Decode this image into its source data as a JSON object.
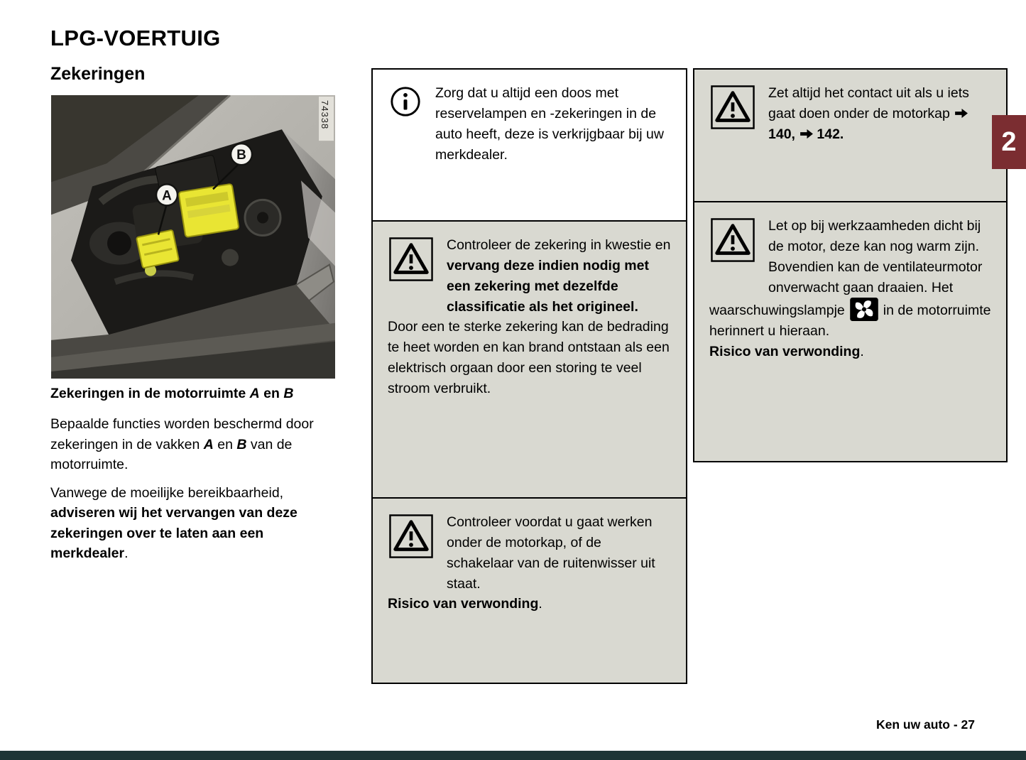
{
  "page": {
    "title": "LPG-VOERTUIG",
    "subtitle": "Zekeringen",
    "section_tab": "2",
    "footer": "Ken uw auto - 27"
  },
  "figure": {
    "photo_id": "74338",
    "label_a": "A",
    "label_b": "B"
  },
  "caption": {
    "prefix": "Zekeringen in de motorruimte ",
    "a": "A",
    "mid": " en ",
    "b": "B"
  },
  "body": {
    "p1_1": "Bepaalde functies worden beschermd door zekeringen in de vakken ",
    "p1_a": "A",
    "p1_2": " en ",
    "p1_b": "B",
    "p1_3": " van de motorruimte.",
    "p2_1": "Vanwege de moeilijke bereikbaarheid, ",
    "p2_bold": "adviseren wij het vervangen van deze zekeringen over te laten aan een merkdealer",
    "p2_2": "."
  },
  "info_box": {
    "text": "Zorg dat u altijd een doos met reservelampen en -zekeringen in de auto heeft, deze is verkrijgbaar bij uw merkdealer."
  },
  "fuse_box": {
    "t1": "Controleer de zekering in kwestie en ",
    "t2_bold": "vervang deze indien nodig met een zekering met dezelfde classificatie als het origineel.",
    "t3": "Door een te sterke zekering kan de bedrading te heet worden en kan brand ontstaan als een elektrisch orgaan door een storing te veel stroom verbruikt."
  },
  "wiper_box": {
    "t1": "Controleer voordat u gaat werken onder de motorkap, of de schakelaar van de ruitenwisser uit staat.",
    "t2_bold": "Risico van verwonding",
    "t3": "."
  },
  "contact_box": {
    "t1": "Zet altijd het contact uit als u iets gaat doen onder de motorkap ",
    "ref1": "140,",
    "ref2": "142."
  },
  "engine_box": {
    "t1": "Let op bij werkzaamheden dicht bij de motor, deze kan nog warm zijn. Bovendien kan de ventilateurmotor onverwacht gaan draaien. Het waarschuwingslampje",
    "t2": "in de motorruimte herinnert u hieraan.",
    "t3_bold": "Risico van verwonding",
    "t4": "."
  }
}
